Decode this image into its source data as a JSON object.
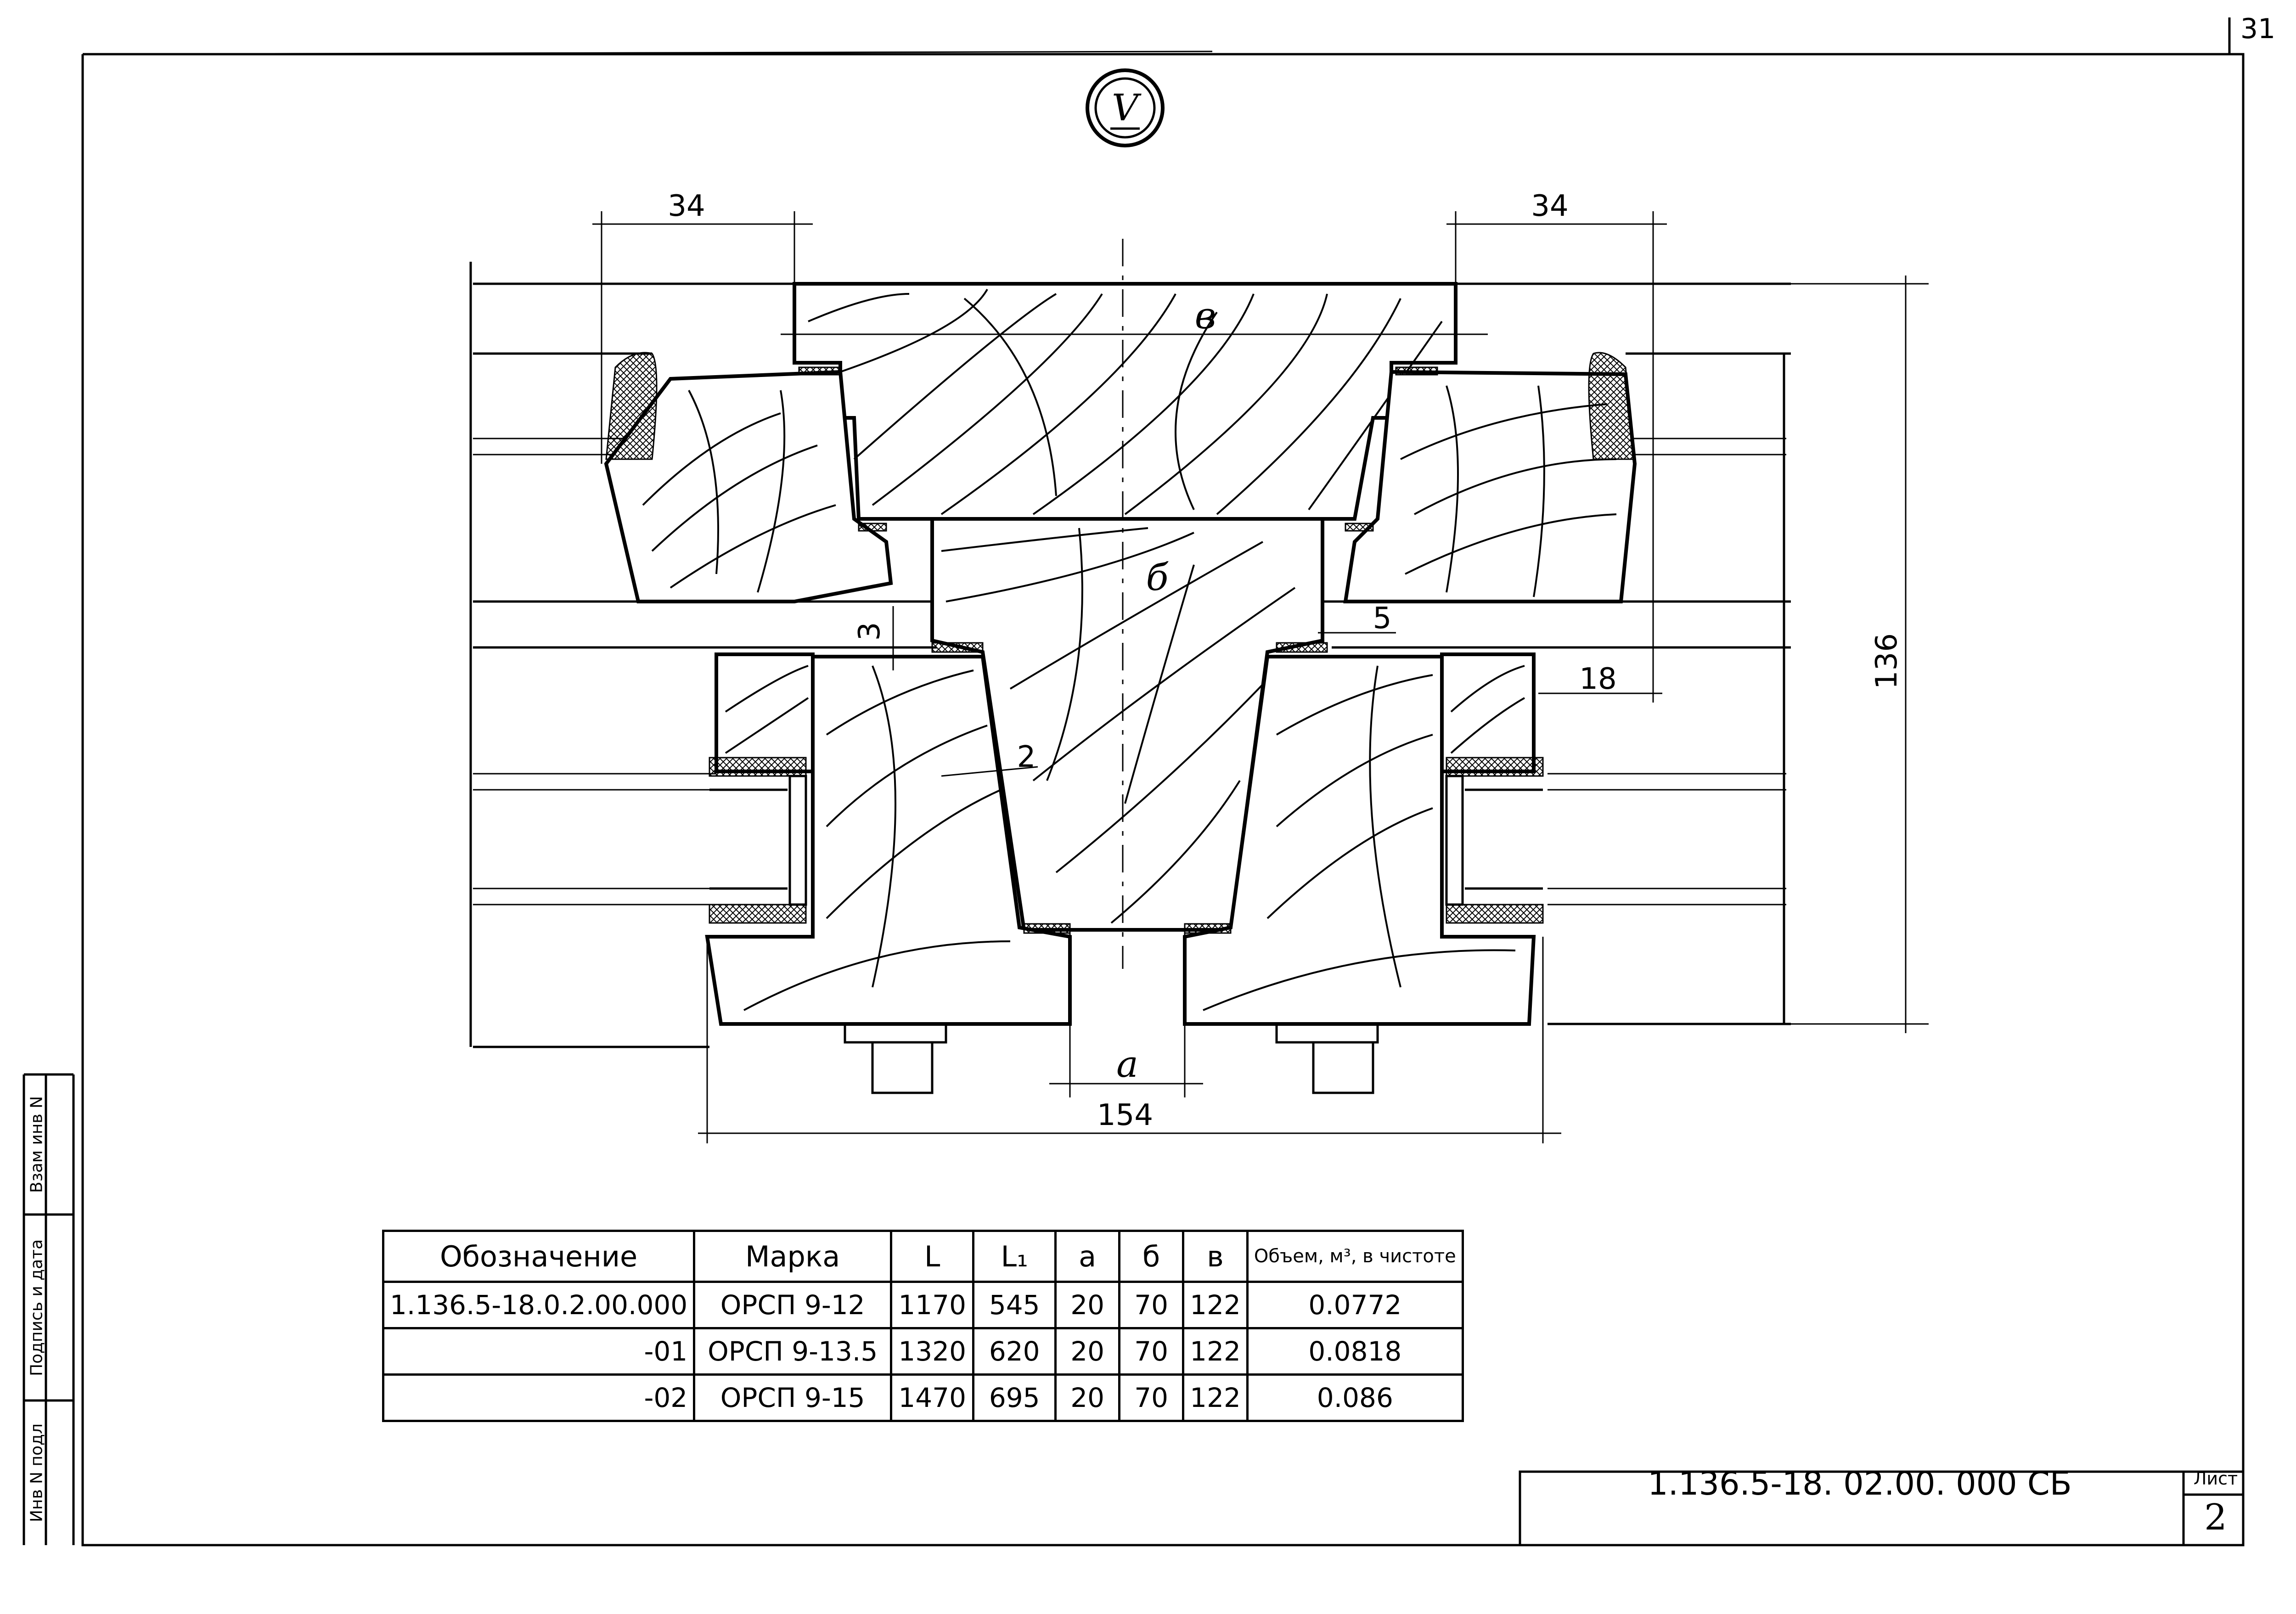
{
  "sheet": {
    "page_number": "31",
    "view_marker": "V",
    "document_code": "1.136.5-18. 02.00. 000 СБ",
    "sheet_label": "Лист",
    "sheet_number": "2"
  },
  "side_stamp": {
    "inv_original": "Инв N подл",
    "signature_date": "Подпись и дата",
    "replaces_inv": "Взам инв N"
  },
  "diagram": {
    "dimensions": {
      "left_width": "34",
      "right_width": "34",
      "total_height": "136",
      "gap_right": "18",
      "step_3": "3",
      "step_5": "5",
      "slope_2": "2",
      "opening_a": "a",
      "total_width": "154"
    },
    "part_labels": {
      "top_bar": "в",
      "center_block": "б"
    }
  },
  "table": {
    "headers": [
      "Обозначение",
      "Марка",
      "L",
      "L₁",
      "a",
      "б",
      "в",
      "Объем, м³, в чистоте"
    ],
    "rows": [
      [
        "1.136.5-18.0.2.00.000",
        "ОРСП 9-12",
        "1170",
        "545",
        "20",
        "70",
        "122",
        "0.0772"
      ],
      [
        "-01",
        "ОРСП 9-13.5",
        "1320",
        "620",
        "20",
        "70",
        "122",
        "0.0818"
      ],
      [
        "-02",
        "ОРСП 9-15",
        "1470",
        "695",
        "20",
        "70",
        "122",
        "0.086"
      ]
    ]
  }
}
